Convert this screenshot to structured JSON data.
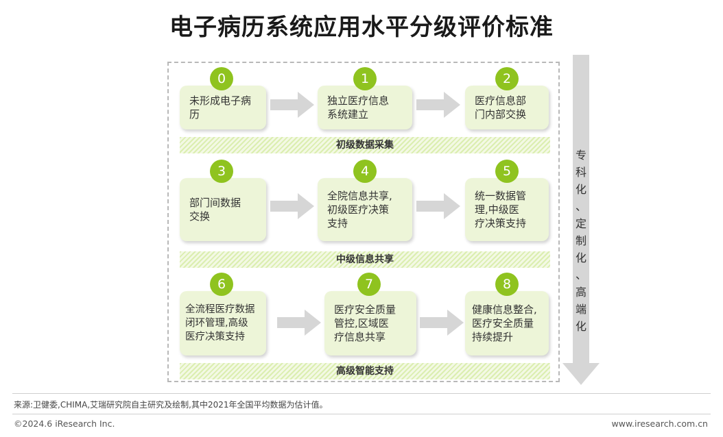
{
  "title": "电子病历系统应用水平分级评价标准",
  "levels": [
    {
      "num": "0",
      "text": "未形成电子病\n历"
    },
    {
      "num": "1",
      "text": "独立医疗信息\n系统建立"
    },
    {
      "num": "2",
      "text": "医疗信息部\n门内部交换"
    },
    {
      "num": "3",
      "text": "部门间数据\n交换"
    },
    {
      "num": "4",
      "text": "全院信息共享,\n初级医疗决策\n支持"
    },
    {
      "num": "5",
      "text": "统一数据管\n理,中级医\n疗决策支持"
    },
    {
      "num": "6",
      "text": "全流程医疗数据\n闭环管理,高级\n医疗决策支持"
    },
    {
      "num": "7",
      "text": "医疗安全质量\n管控,区域医\n疗信息共享"
    },
    {
      "num": "8",
      "text": "健康信息整合,\n医疗安全质量\n持续提升"
    }
  ],
  "stages": [
    "初级数据采集",
    "中级信息共享",
    "高级智能支持"
  ],
  "side_label": "专\n科\n化\n、\n定\n制\n化\n、\n高\n端\n化",
  "footer": {
    "source": "来源:卫健委,CHIMA,艾瑞研究院自主研究及绘制,其中2021年全国平均数据为估计值。",
    "copyright": "©2024.6 iResearch Inc.",
    "url": "www.iresearch.com.cn"
  },
  "colors": {
    "accent": "#8fc31f",
    "box": "#edf5d8",
    "arrow": "#d6d6d6"
  }
}
